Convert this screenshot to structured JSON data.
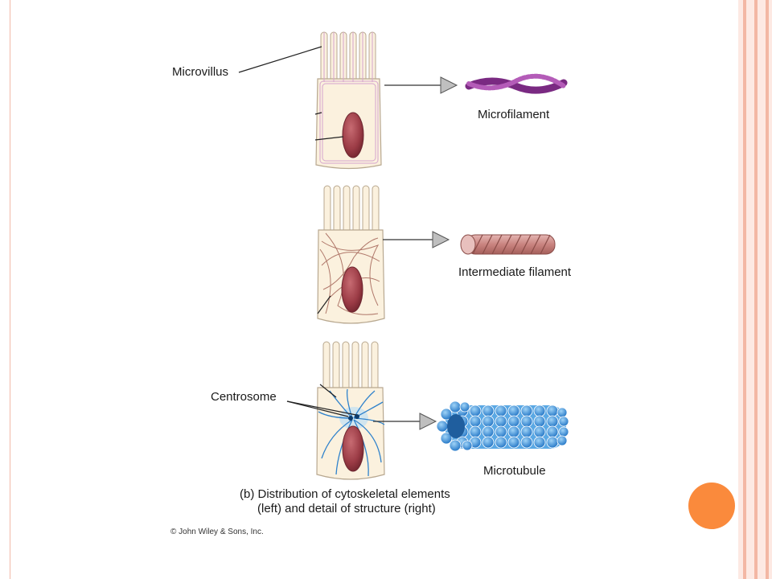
{
  "labels": {
    "microvillus": "Microvillus",
    "microfilament": "Microfilament",
    "intermediate_filament": "Intermediate filament",
    "centrosome": "Centrosome",
    "microtubule": "Microtubule"
  },
  "caption": {
    "line1": "(b) Distribution of cytoskeletal elements",
    "line2": "(left) and detail of structure (right)"
  },
  "copyright": "© John Wiley & Sons, Inc.",
  "colors": {
    "cell_fill": "#fbf1de",
    "nucleus": "#a4454f",
    "microfilament": "#9c3f9e",
    "intermediate_filament": "#c98a86",
    "microtubule": "#3c90d8",
    "accent_circle": "#fa8a3c",
    "frame": "#f3b7a4"
  },
  "icons": [
    "arrow-right-icon"
  ]
}
